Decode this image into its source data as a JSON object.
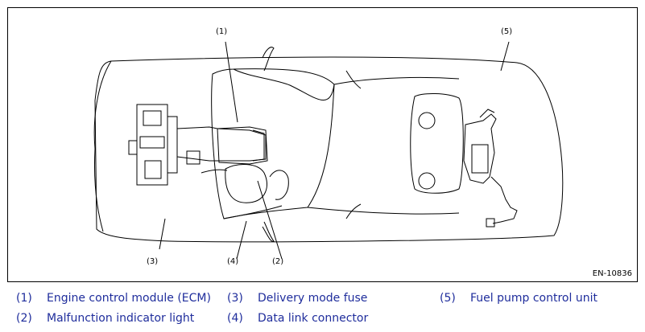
{
  "figure": {
    "code": "EN-10836",
    "callouts": [
      "(1)",
      "(2)",
      "(3)",
      "(4)",
      "(5)"
    ]
  },
  "legend": [
    {
      "num": "(1)",
      "label": "Engine control module (ECM)"
    },
    {
      "num": "(2)",
      "label": "Malfunction indicator light"
    },
    {
      "num": "(3)",
      "label": "Delivery mode fuse"
    },
    {
      "num": "(4)",
      "label": "Data link connector"
    },
    {
      "num": "(5)",
      "label": "Fuel pump control unit"
    }
  ]
}
